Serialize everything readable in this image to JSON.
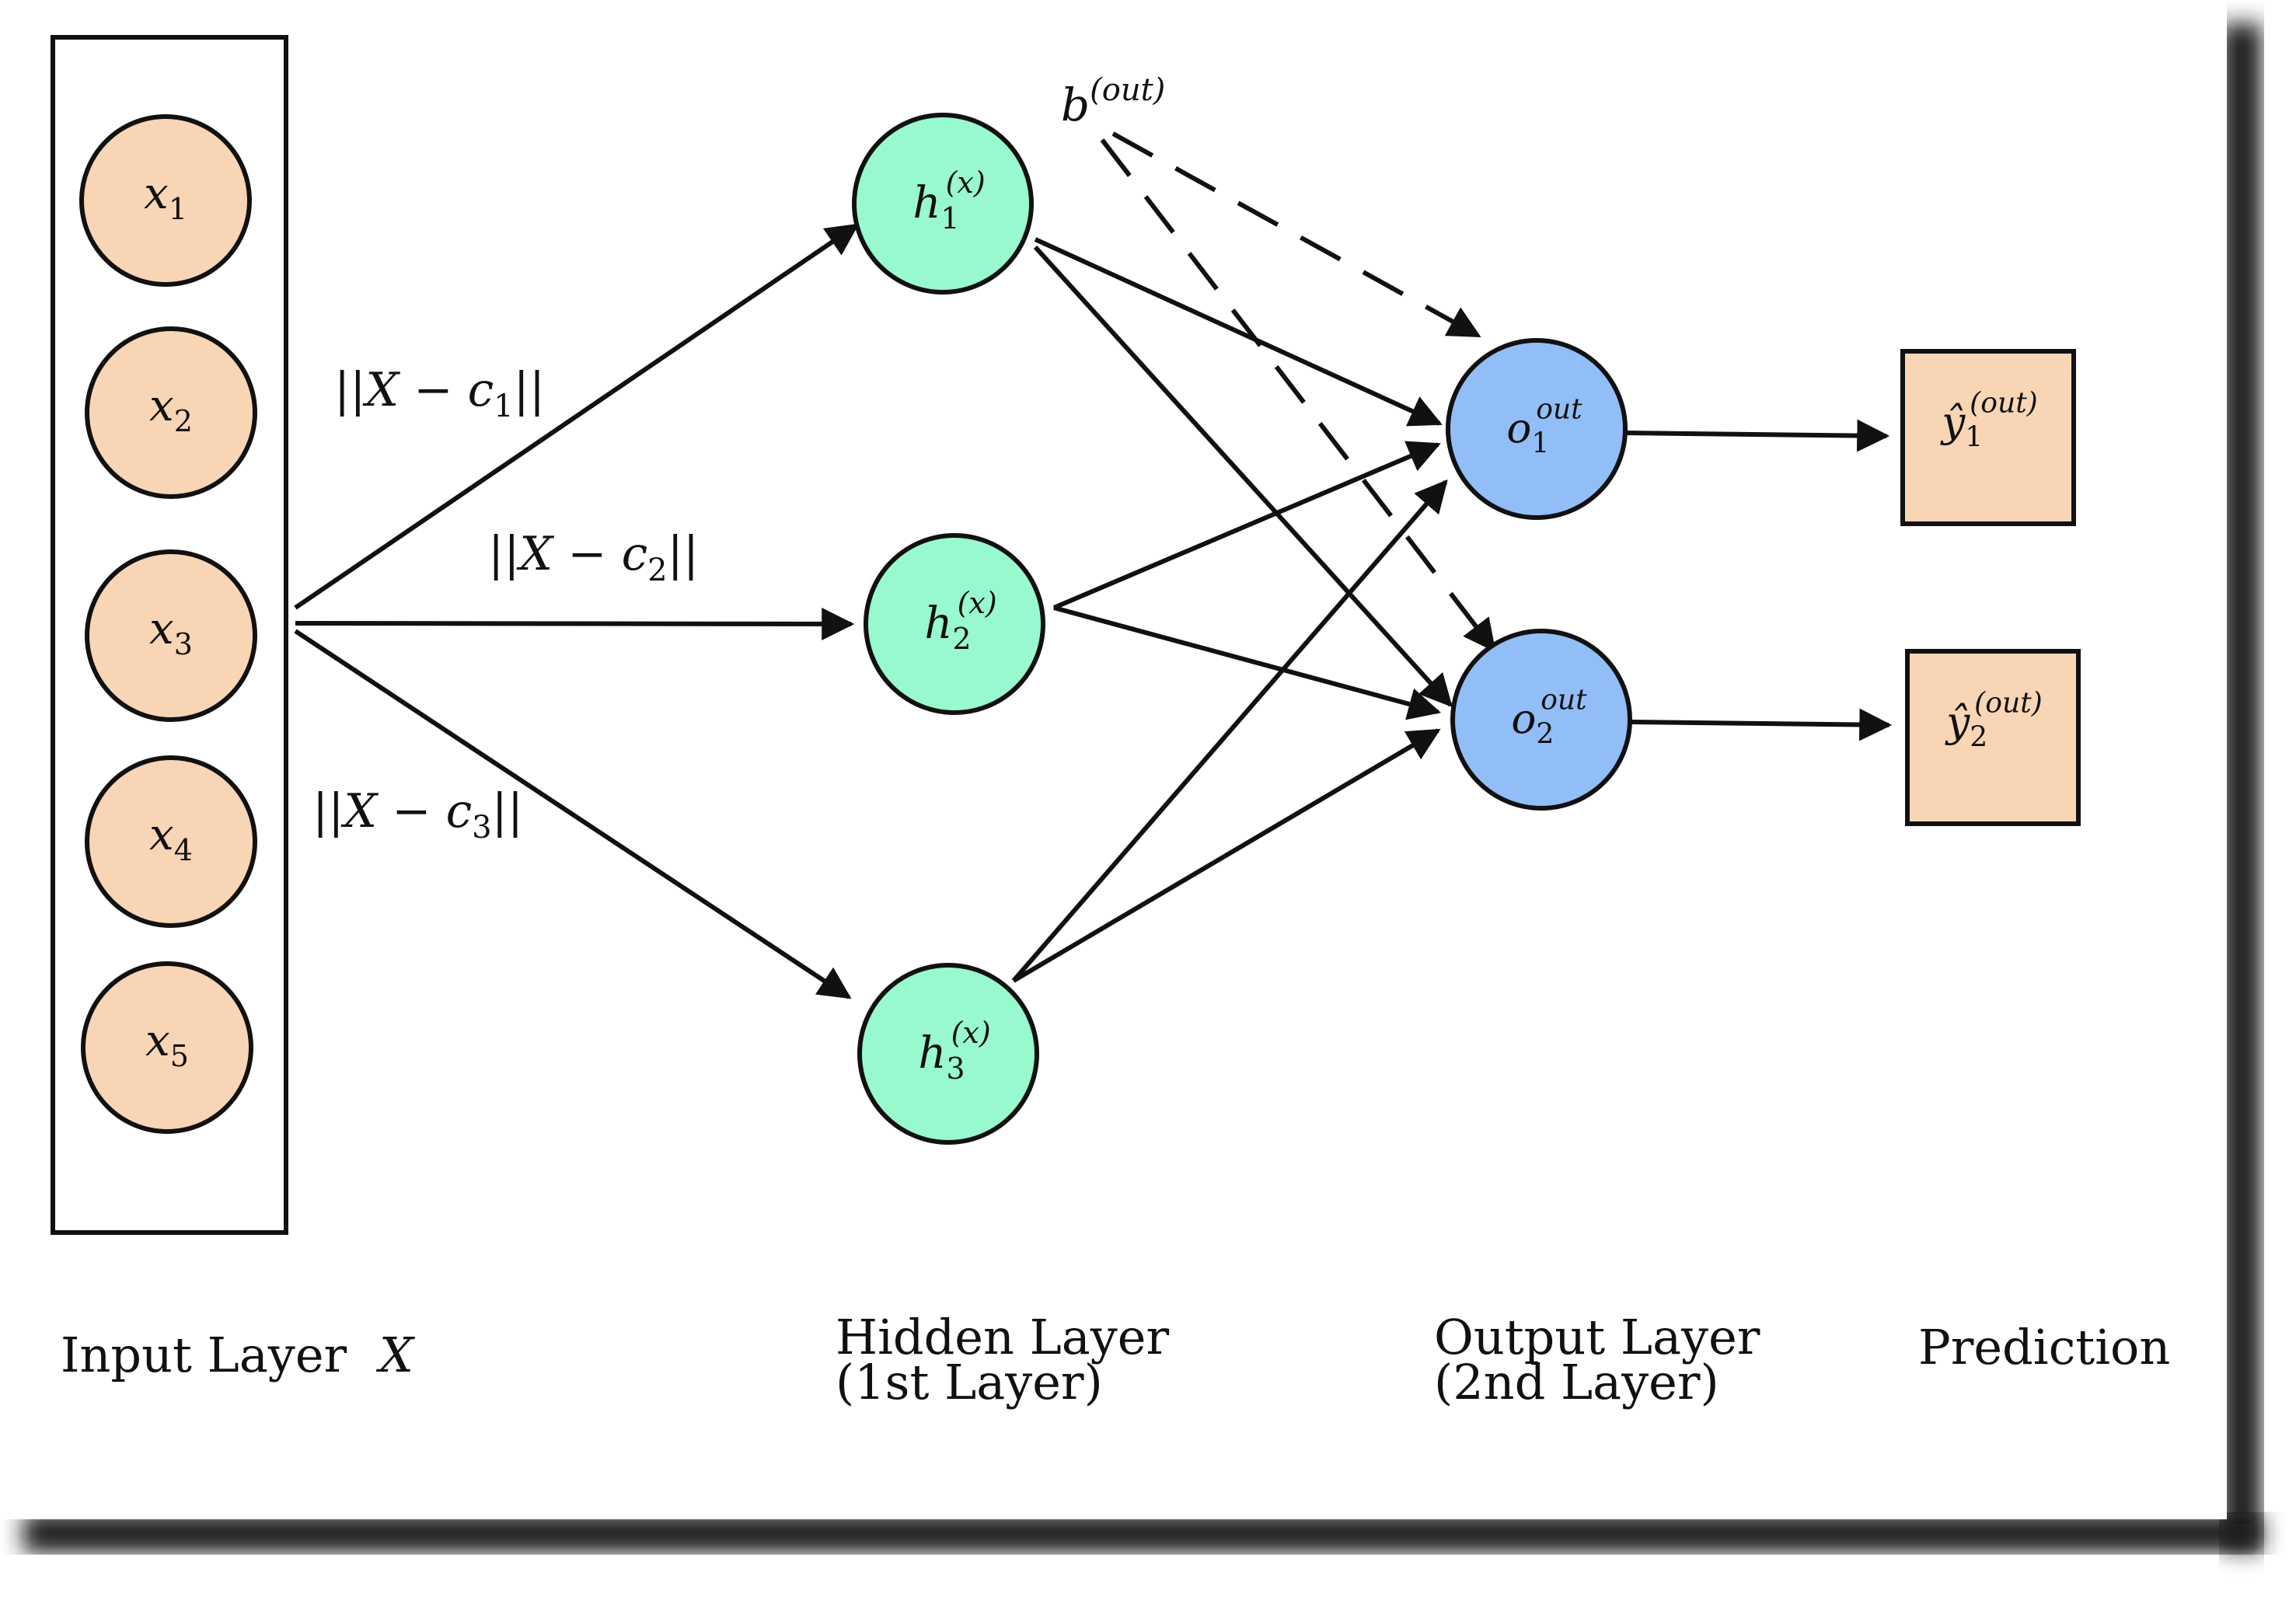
{
  "colors": {
    "input_node_fill": "#F8D5B5",
    "hidden_node_fill": "#98F8CE",
    "output_node_fill": "#92BEF8",
    "prediction_box_fill": "#F8D5B5",
    "stroke": "#111111",
    "shadow": "#1a1a1a"
  },
  "input_layer": {
    "nodes": [
      {
        "symbol": "x",
        "sub": "1"
      },
      {
        "symbol": "x",
        "sub": "2"
      },
      {
        "symbol": "x",
        "sub": "3"
      },
      {
        "symbol": "x",
        "sub": "4"
      },
      {
        "symbol": "x",
        "sub": "5"
      }
    ],
    "label": "Input Layer",
    "label_var": "X"
  },
  "hidden_layer": {
    "nodes": [
      {
        "symbol": "h",
        "sub": "1",
        "sup": "(x)"
      },
      {
        "symbol": "h",
        "sub": "2",
        "sup": "(x)"
      },
      {
        "symbol": "h",
        "sub": "3",
        "sup": "(x)"
      }
    ],
    "label_line1": "Hidden Layer",
    "label_line2": "(1st Layer)"
  },
  "weights": [
    {
      "text": "||X − c",
      "sub": "1",
      "tail": "||"
    },
    {
      "text": "||X − c",
      "sub": "2",
      "tail": "||"
    },
    {
      "text": "||X − c",
      "sub": "3",
      "tail": "||"
    }
  ],
  "bias": {
    "symbol": "b",
    "sup": "(out)"
  },
  "output_layer": {
    "nodes": [
      {
        "symbol": "o",
        "sub": "1",
        "sup": "out"
      },
      {
        "symbol": "o",
        "sub": "2",
        "sup": "out"
      }
    ],
    "label_line1": "Output Layer",
    "label_line2": "(2nd Layer)"
  },
  "prediction": {
    "nodes": [
      {
        "symbol": "ŷ",
        "sub": "1",
        "sup": "(out)"
      },
      {
        "symbol": "ŷ",
        "sub": "2",
        "sup": "(out)"
      }
    ],
    "label": "Prediction"
  }
}
